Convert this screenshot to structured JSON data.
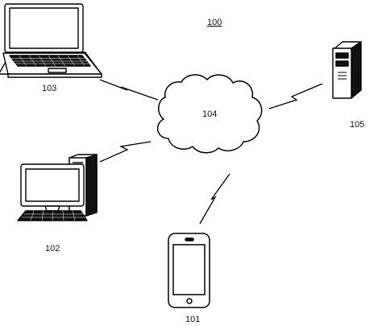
{
  "diagram": {
    "figure_ref": "100",
    "nodes": {
      "phone": {
        "label": "101",
        "icon": "smartphone-icon"
      },
      "desktop": {
        "label": "102",
        "icon": "desktop-computer-icon"
      },
      "laptop": {
        "label": "103",
        "icon": "laptop-icon"
      },
      "network": {
        "label": "104",
        "icon": "cloud-icon"
      },
      "server": {
        "label": "105",
        "icon": "server-tower-icon"
      }
    },
    "links": [
      {
        "from": "laptop",
        "to": "network",
        "type": "wireless"
      },
      {
        "from": "desktop",
        "to": "network",
        "type": "wireless"
      },
      {
        "from": "phone",
        "to": "network",
        "type": "wireless"
      },
      {
        "from": "server",
        "to": "network",
        "type": "wireless"
      }
    ],
    "colors": {
      "stroke": "#000000",
      "fill": "#ffffff",
      "dark_fill": "#1a1a1a"
    }
  }
}
